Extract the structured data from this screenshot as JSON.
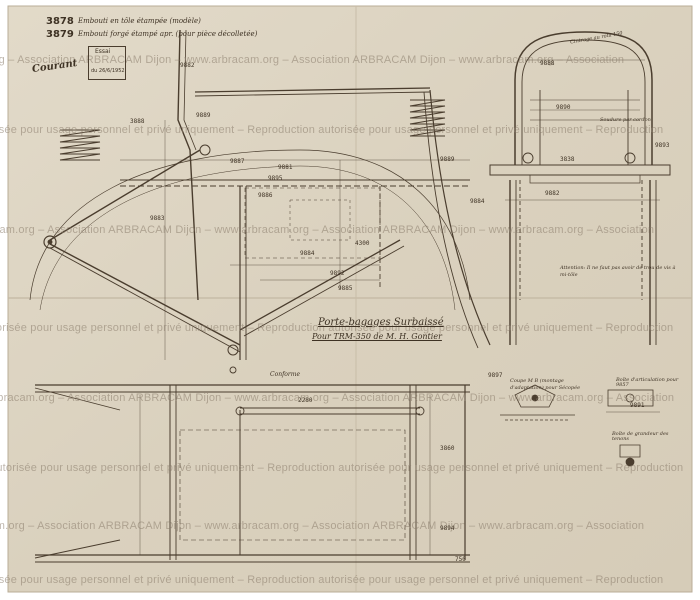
{
  "title_block": {
    "ref_1": "3878",
    "ref_1_note": "Embouti en tôle étampée (modèle)",
    "ref_2": "3879",
    "ref_2_note": "Embouti forgé étampé apr. (pour pièce décolletée)",
    "stamp": "Courant",
    "stamp_box_title": "Essai",
    "stamp_box_date": "du 26/6/1952"
  },
  "drawing": {
    "title": "Porte-bagages Surbaissé",
    "subtitle": "Pour TRM-350 de M. H. Gontier",
    "attention_note": "Attention: Il ne faut pas avoir de trou de vis à mi-tôle",
    "section_note": "Coupe M B (montage d'adaptation) pour Sécopée",
    "right_note_1": "Boîte d'articulation pour 9857",
    "right_note_2": "Boîte de grandeur des tenons",
    "bend_note": "Cintrage au rota 150",
    "weld_note": "Soudure par cordon",
    "sign": "Conforme"
  },
  "dims": [
    "9882",
    "3888",
    "9887",
    "9889",
    "9881",
    "9886",
    "9884",
    "9892",
    "9885",
    "9888",
    "9890",
    "3838",
    "9893",
    "9884",
    "9882",
    "9897",
    "3860",
    "2280",
    "750",
    "9883",
    "9894",
    "4300",
    "9891",
    "9895",
    "9889"
  ],
  "watermark": {
    "line_a": "www.arbracam.org – Association ARBRACAM Dijon – www.arbracam.org – Association ARBRACAM Dijon – www.arbracam.org – Association",
    "line_b": "autorisée pour usage personnel et privé uniquement – Reproduction autorisée pour usage personnel et privé uniquement – Reproduction"
  },
  "colors": {
    "paper": "#ddd4c2",
    "ink": "#463a2b",
    "watermark": "#8b7d6c"
  }
}
